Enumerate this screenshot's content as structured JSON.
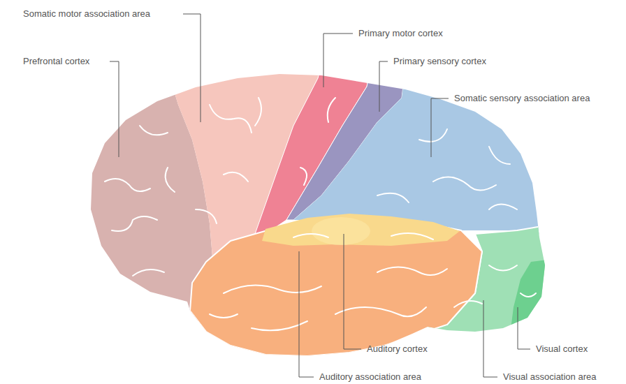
{
  "diagram": {
    "labels": [
      "Somatic motor association area",
      "Prefrontal cortex",
      "Primary motor cortex",
      "Primary sensory cortex",
      "Somatic sensory association area",
      "Auditory cortex",
      "Visual cortex",
      "Auditory association area",
      "Visual association area"
    ]
  }
}
